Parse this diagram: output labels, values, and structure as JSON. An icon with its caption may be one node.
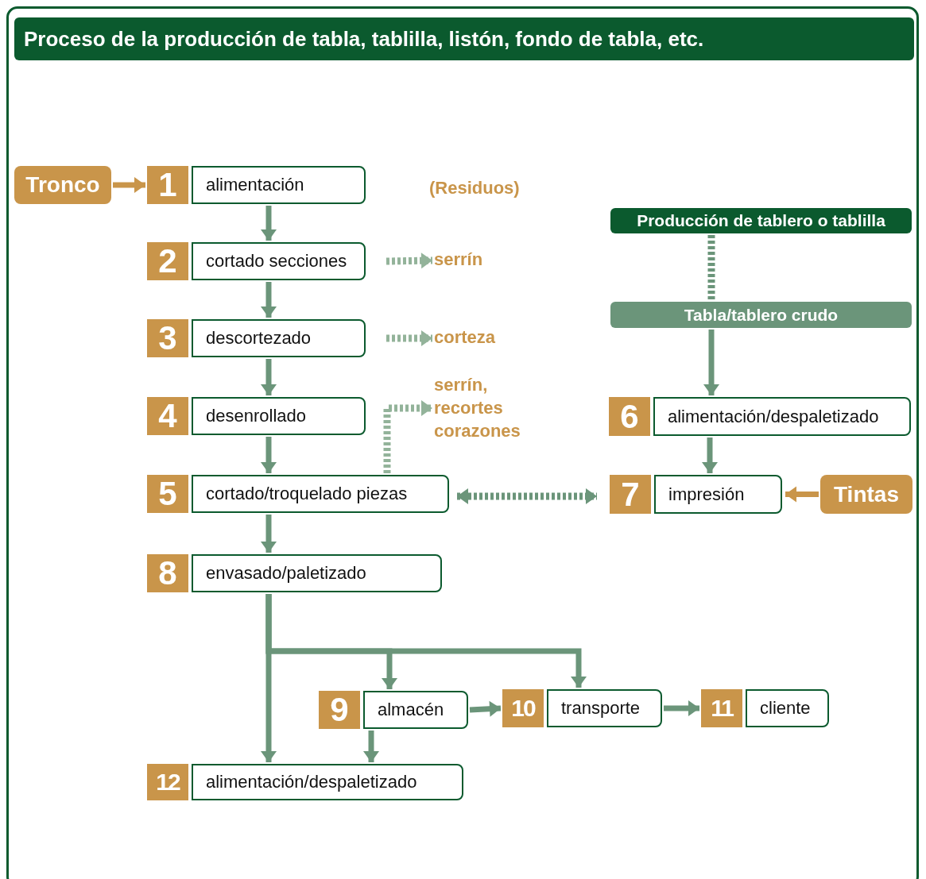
{
  "diagram": {
    "title": "Proceso de la producción de tabla, tablilla, listón, fondo de tabla, etc.",
    "nodes": [
      {
        "text": [
          "Tronco"
        ]
      },
      {
        "text": [
          "1",
          "alimentación"
        ]
      },
      {
        "text": [
          "2",
          "cortado secciones"
        ]
      },
      {
        "text": [
          "3",
          "descortezado"
        ]
      },
      {
        "text": [
          "4",
          "desenrollado"
        ]
      },
      {
        "text": [
          "5",
          "cortado/troquelado piezas"
        ]
      },
      {
        "text": [
          "serrín"
        ]
      },
      {
        "text": [
          "corteza"
        ]
      },
      {
        "text": [
          "serrín, recortes corazones"
        ]
      },
      {
        "text": [
          "Producción de tablero o tablilla"
        ]
      },
      {
        "text": [
          "Tabla/tablero crudo"
        ]
      },
      {
        "text": [
          "6",
          "alimentación/despaletizado"
        ]
      },
      {
        "text": [
          "7",
          "impresión"
        ]
      },
      {
        "text": [
          "Tintas"
        ]
      },
      {
        "text": [
          "8",
          "envasado/paletizado"
        ]
      },
      {
        "text": [
          "9",
          "almacén"
        ]
      },
      {
        "text": [
          "10",
          "transporte"
        ]
      },
      {
        "text": [
          "11",
          "cliente"
        ]
      },
      {
        "text": [
          "12",
          "alimentación/despaletizado"
        ]
      }
    ],
    "edges": [
      {
        "from": 0,
        "to": 1,
        "arrow": "to",
        "color": "#c9954a"
      },
      {
        "from": 1,
        "to": 2,
        "arrow": "to"
      },
      {
        "from": 2,
        "to": 3,
        "arrow": "to"
      },
      {
        "from": 3,
        "to": 4,
        "arrow": "to"
      },
      {
        "from": 4,
        "to": 5,
        "arrow": "to"
      },
      {
        "from": 2,
        "to": 6,
        "arrow": "to",
        "style": "dashed",
        "color": "#93b39a"
      },
      {
        "from": 3,
        "to": 7,
        "arrow": "to",
        "style": "dashed",
        "color": "#93b39a"
      },
      {
        "from": 5,
        "to": 8,
        "arrow": "to",
        "style": "dashed",
        "color": "#93b39a"
      },
      {
        "from": 9,
        "to": 10,
        "arrow": "none",
        "style": "dashed"
      },
      {
        "from": 10,
        "to": 11,
        "arrow": "to"
      },
      {
        "from": 11,
        "to": 12,
        "arrow": "to"
      },
      {
        "from": 5,
        "to": 12,
        "arrow": "both",
        "style": "dashed"
      },
      {
        "from": 13,
        "to": 12,
        "arrow": "to",
        "color": "#c9954a"
      },
      {
        "from": 5,
        "to": 14,
        "arrow": "to"
      },
      {
        "from": 14,
        "to": 18,
        "arrow": "to"
      },
      {
        "from": 14,
        "to": 15,
        "arrow": "to"
      },
      {
        "from": 14,
        "to": 16,
        "arrow": "to"
      },
      {
        "from": 15,
        "to": 16,
        "arrow": "to"
      },
      {
        "from": 16,
        "to": 17,
        "arrow": "to"
      },
      {
        "from": 15,
        "to": 18,
        "arrow": "to"
      }
    ],
    "labels": [
      "(Residuos)"
    ]
  }
}
